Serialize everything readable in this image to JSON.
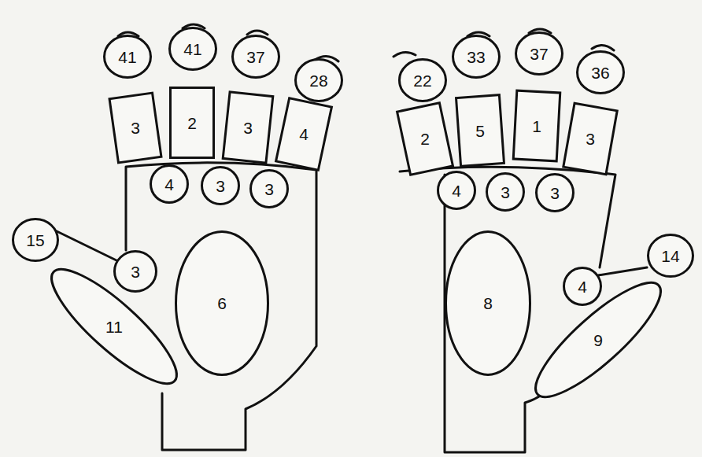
{
  "diagram": {
    "nodes": [
      {
        "text": [
          "41"
        ]
      },
      {
        "text": [
          "41"
        ]
      },
      {
        "text": [
          "37"
        ]
      },
      {
        "text": [
          "28"
        ]
      },
      {
        "text": [
          "3"
        ]
      },
      {
        "text": [
          "2"
        ]
      },
      {
        "text": [
          "3"
        ]
      },
      {
        "text": [
          "4"
        ]
      },
      {
        "text": [
          "4"
        ]
      },
      {
        "text": [
          "3"
        ]
      },
      {
        "text": [
          "3"
        ]
      },
      {
        "text": [
          "15"
        ]
      },
      {
        "text": [
          "3"
        ]
      },
      {
        "text": [
          "6"
        ]
      },
      {
        "text": [
          "11"
        ]
      },
      {
        "text": [
          "22"
        ]
      },
      {
        "text": [
          "33"
        ]
      },
      {
        "text": [
          "37"
        ]
      },
      {
        "text": [
          "36"
        ]
      },
      {
        "text": [
          "2"
        ]
      },
      {
        "text": [
          "5"
        ]
      },
      {
        "text": [
          "1"
        ]
      },
      {
        "text": [
          "3"
        ]
      },
      {
        "text": [
          "4"
        ]
      },
      {
        "text": [
          "3"
        ]
      },
      {
        "text": [
          "3"
        ]
      },
      {
        "text": [
          "14"
        ]
      },
      {
        "text": [
          "4"
        ]
      },
      {
        "text": [
          "8"
        ]
      },
      {
        "text": [
          "9"
        ]
      }
    ]
  }
}
